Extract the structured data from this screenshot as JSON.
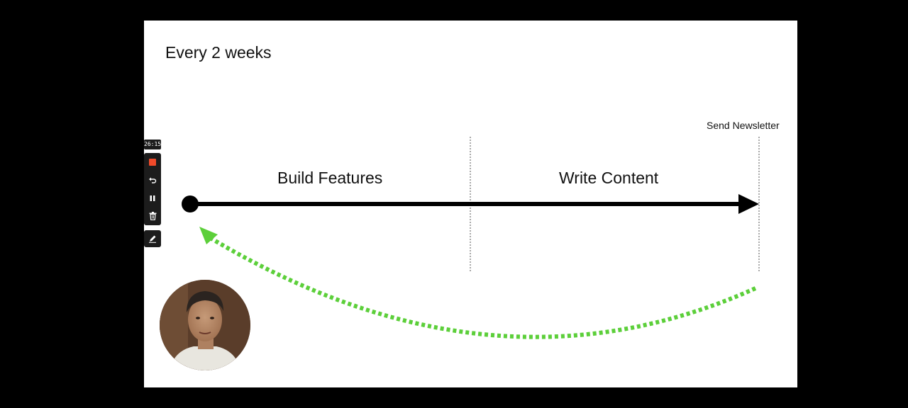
{
  "slide": {
    "title": "Every 2 weeks",
    "phases": [
      {
        "label": "Build Features"
      },
      {
        "label": "Write Content"
      }
    ],
    "milestone": "Send Newsletter",
    "colors": {
      "background": "#ffffff",
      "timeline": "#000000",
      "loop_arrow": "#5ccf3a",
      "divider": "#555555"
    }
  },
  "recorder": {
    "timer": "26:15",
    "tools": [
      {
        "name": "stop",
        "icon": "stop-square-icon",
        "color": "#f04a2a"
      },
      {
        "name": "undo",
        "icon": "undo-icon"
      },
      {
        "name": "pause",
        "icon": "pause-icon"
      },
      {
        "name": "delete",
        "icon": "trash-icon"
      },
      {
        "name": "draw",
        "icon": "pencil-icon"
      }
    ]
  },
  "webcam": {
    "icon": "presenter-avatar"
  }
}
